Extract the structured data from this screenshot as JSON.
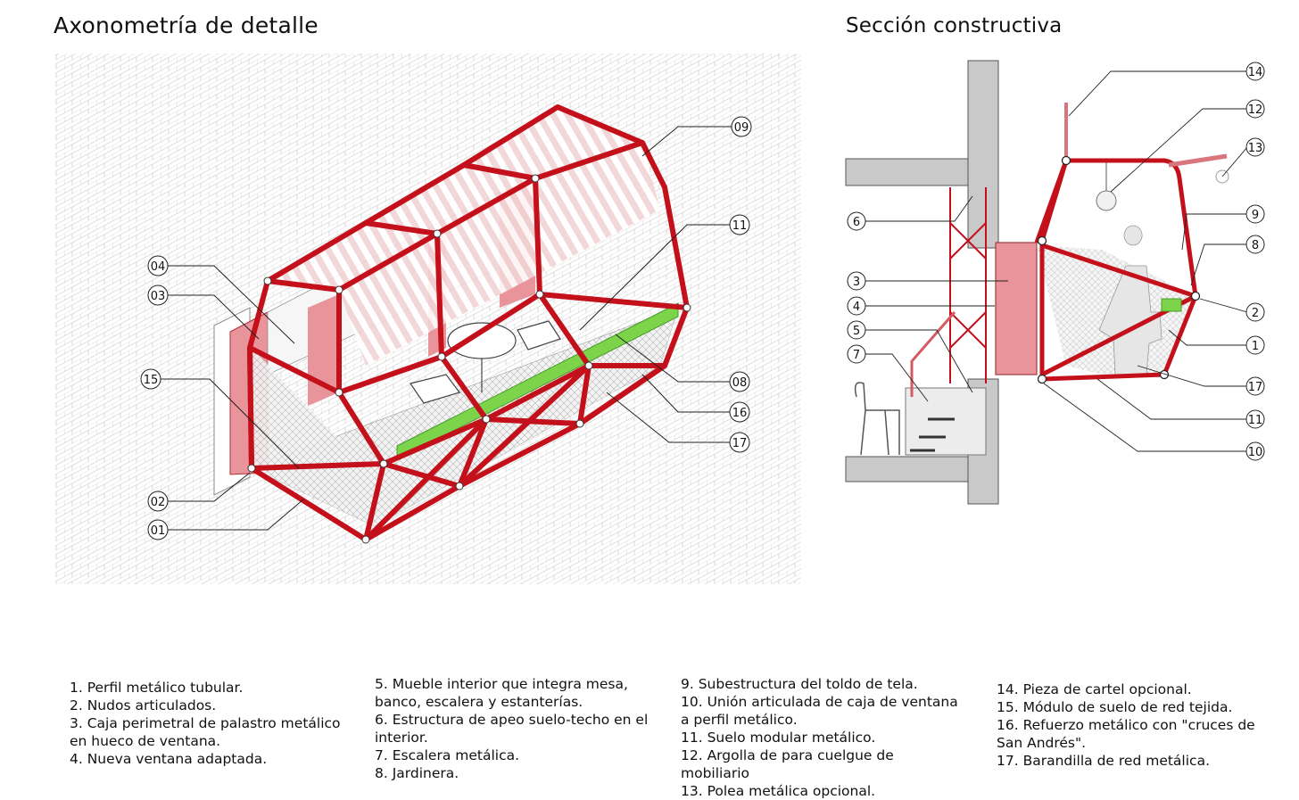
{
  "titles": {
    "axonometry": "Axonometría de detalle",
    "section": "Sección constructiva"
  },
  "colors": {
    "frame_red": "#c4101a",
    "frame_fill": "#e8949a",
    "hatch_grey": "#cfcfcf",
    "wall_grey": "#c9c9c9",
    "planter_green": "#7bd44a"
  },
  "axonometry_callouts": [
    "09",
    "11",
    "04",
    "03",
    "15",
    "08",
    "16",
    "17",
    "02",
    "01"
  ],
  "section_callouts": [
    "14",
    "12",
    "13",
    "9",
    "6",
    "8",
    "3",
    "4",
    "2",
    "5",
    "1",
    "7",
    "17",
    "11",
    "10"
  ],
  "legend": {
    "col1": [
      "1. Perfil metálico tubular.",
      "2. Nudos articulados.",
      "3. Caja perimetral de palastro   metálico en hueco de ventana.",
      "4. Nueva ventana adaptada."
    ],
    "col2": [
      "5. Mueble interior que integra mesa, banco, escalera y estanterías.",
      "6. Estructura de apeo suelo-techo en el interior.",
      "7. Escalera metálica.",
      "8. Jardinera."
    ],
    "col3": [
      "9. Subestructura del toldo de tela.",
      "10. Unión articulada de caja de ventana a perfil metálico.",
      "11. Suelo modular metálico.",
      "12. Argolla de para cuelgue de mobiliario",
      "13. Polea metálica opcional."
    ],
    "col4": [
      "14. Pieza de cartel opcional.",
      "15. Módulo de suelo de red tejida.",
      "16. Refuerzo metálico con \"cruces de San Andrés\".",
      "17. Barandilla de red metálica."
    ]
  }
}
